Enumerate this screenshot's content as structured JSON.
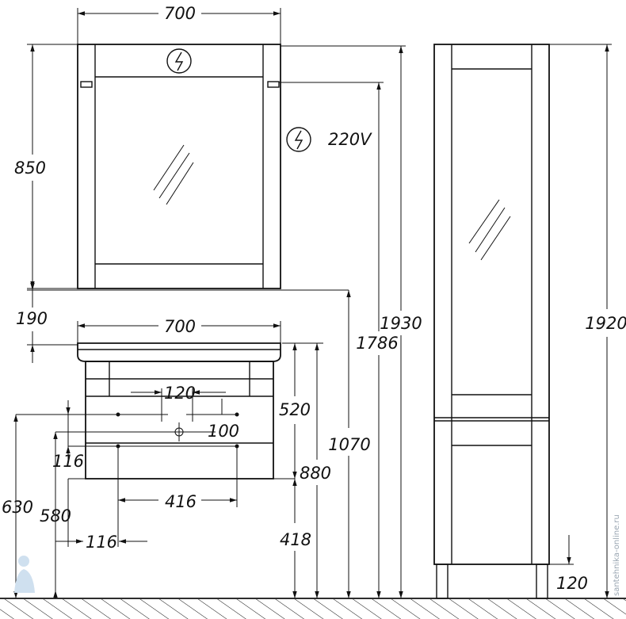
{
  "dimensions": {
    "mirror_width": "700",
    "mirror_height": "850",
    "gap_mirror_basin": "190",
    "basin_width": "700",
    "tap_spacing": "120",
    "drain_offset": "100",
    "cabinet_height": "520",
    "height_1070": "1070",
    "height_880": "880",
    "height_1930": "1930",
    "height_1786": "1786",
    "height_418": "418",
    "height_630": "630",
    "height_580": "580",
    "side_116_top": "116",
    "side_116_bottom": "116",
    "leg_span": "416",
    "column_height": "1920",
    "column_legs": "120"
  },
  "power": {
    "label": "220V",
    "icon": "electrical-outlet-icon"
  },
  "watermark": {
    "text": "santehnika-online.ru",
    "icon": "plumber-logo-icon"
  }
}
